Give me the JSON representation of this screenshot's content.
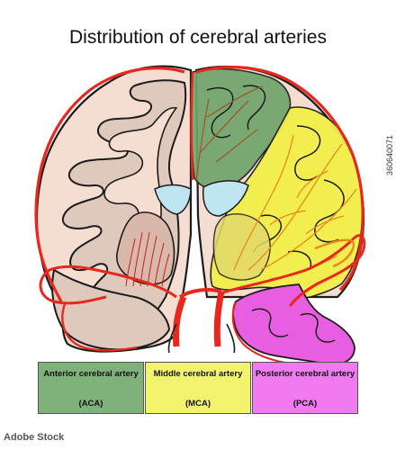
{
  "title": "Distribution of cerebral arteries",
  "legend": [
    {
      "name": "Anterior cerebral artery",
      "abbr": "(ACA)",
      "color": "#7fb27b"
    },
    {
      "name": "Middle cerebral artery",
      "abbr": "(MCA)",
      "color": "#f3f36e"
    },
    {
      "name": "Posterior cerebral artery",
      "abbr": "(PCA)",
      "color": "#f07af0"
    }
  ],
  "colors": {
    "tissue": "#f5ddd2",
    "white_matter": "#d9c5b8",
    "ventricle": "#bfe4f2",
    "artery": "#e8271d",
    "aca_region": "#6fa46b",
    "mca_region": "#f3ef4a",
    "pca_region": "#e85ee0"
  },
  "watermark": {
    "side_id": "360640071",
    "stock_logo": "Adobe Stock"
  }
}
